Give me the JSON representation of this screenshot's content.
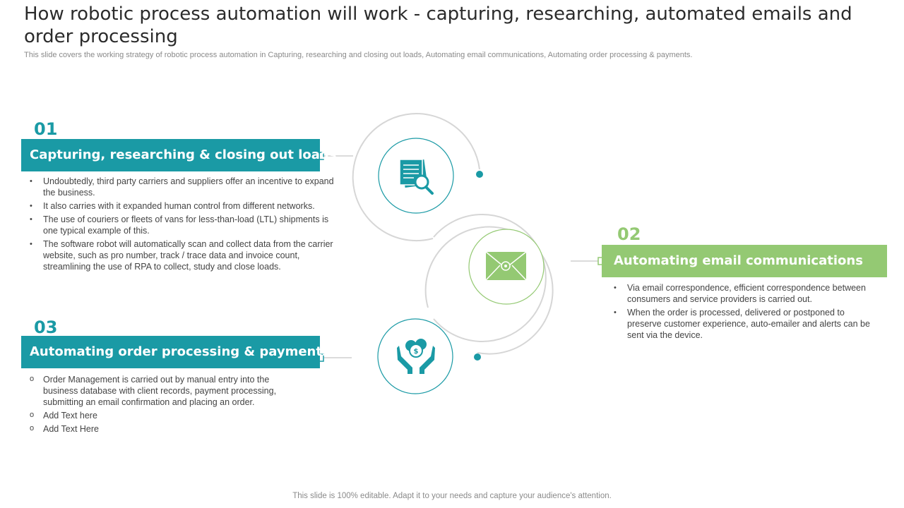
{
  "header": {
    "title": "How robotic process automation will work - capturing, researching, automated emails and order processing",
    "subtitle": "This slide covers the working strategy of robotic process automation in Capturing, researching and closing out loads, Automating email communications, Automating order processing & payments."
  },
  "colors": {
    "teal": "#1a9aa5",
    "green": "#94c973",
    "ring": "#d6d6d6"
  },
  "steps": [
    {
      "number": "01",
      "title": "Capturing, researching & closing out loads",
      "icon": "document-search-icon",
      "bullets": [
        "Undoubtedly, third party carriers and suppliers offer an incentive to expand the business.",
        "It also carries with it expanded human control from different networks.",
        "The use of couriers or fleets of vans for less-than-load (LTL) shipments is one typical example of this.",
        "The software robot will automatically scan and collect data from the carrier website, such as pro number, track / trace data and invoice count, streamlining the use of RPA to collect, study and close loads."
      ]
    },
    {
      "number": "02",
      "title": "Automating email communications",
      "icon": "email-envelope-icon",
      "bullets": [
        "Via email correspondence, efficient correspondence between consumers and service providers is carried out.",
        "When the order is processed, delivered or postponed to preserve customer experience, auto-emailer and alerts can be sent via the device."
      ]
    },
    {
      "number": "03",
      "title": "Automating order processing & payments",
      "icon": "hands-coins-icon",
      "bullets": [
        "Order Management is carried out by manual entry into the business database with client records, payment processing, submitting an email confirmation and placing an order.",
        "Add Text here",
        "Add Text Here"
      ]
    }
  ],
  "footer": "This slide is 100% editable. Adapt it to your needs and capture your audience's attention."
}
